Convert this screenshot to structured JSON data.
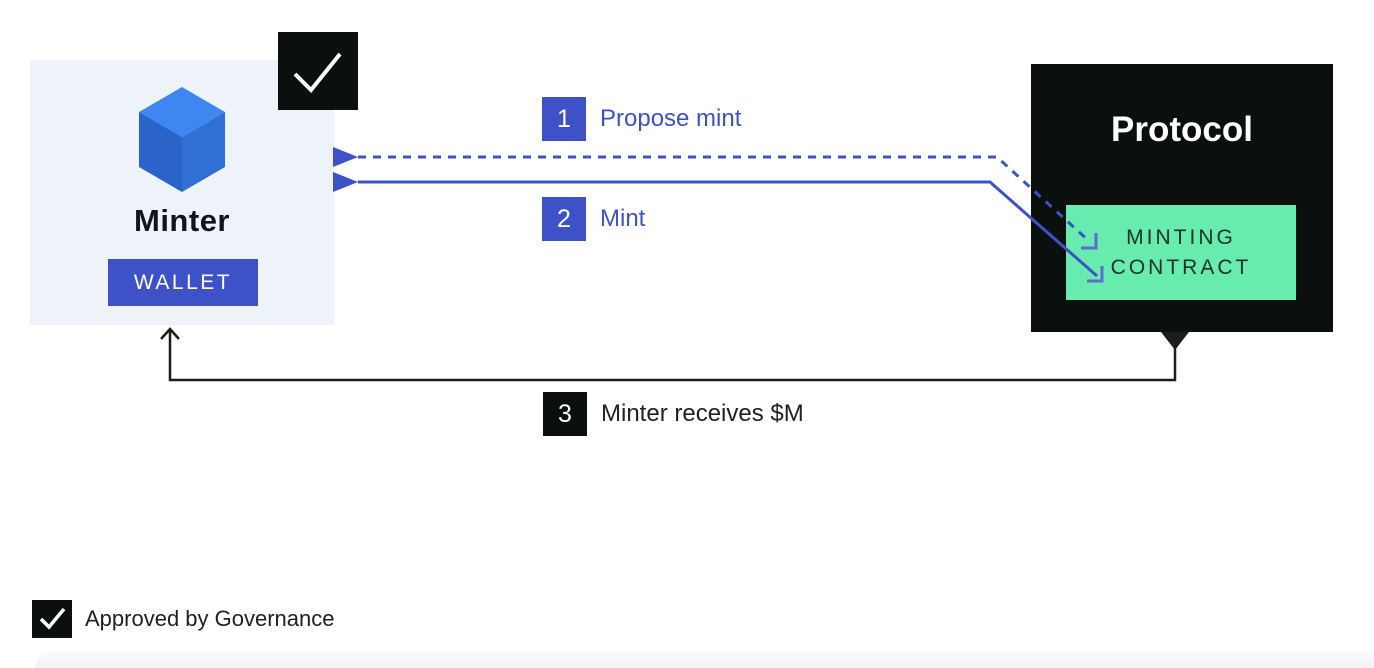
{
  "diagram": {
    "minter": {
      "title": "Minter",
      "wallet_label": "WALLET",
      "icon": "cube-icon",
      "approved_badge_icon": "checkmark-icon"
    },
    "protocol": {
      "title": "Protocol",
      "contract_label": "MINTING CONTRACT"
    },
    "steps": [
      {
        "num": "1",
        "label": "Propose mint",
        "arrow_style": "dashed-blue",
        "from": "Minter",
        "to": "Minting contract"
      },
      {
        "num": "2",
        "label": "Mint",
        "arrow_style": "solid-blue",
        "from": "Minter",
        "to": "Minting contract"
      },
      {
        "num": "3",
        "label": "Minter receives $M",
        "arrow_style": "solid-black",
        "from": "Protocol",
        "to": "Minter"
      }
    ],
    "legend": {
      "icon": "checkmark-icon",
      "label": "Approved by Governance"
    }
  },
  "colors": {
    "accent-blue": "#3D52C6",
    "accent-blue-light": "#5C6BD6",
    "panel-bg": "#EEF3FA",
    "dark": "#0B100E",
    "mint-green": "#67EBAE",
    "contract-text": "#17342A",
    "text-dark": "#202124",
    "arrow-black": "#1C1C1C",
    "cube-top": "#3E87F0",
    "cube-left": "#2A64C8",
    "cube-right": "#3070D4"
  }
}
